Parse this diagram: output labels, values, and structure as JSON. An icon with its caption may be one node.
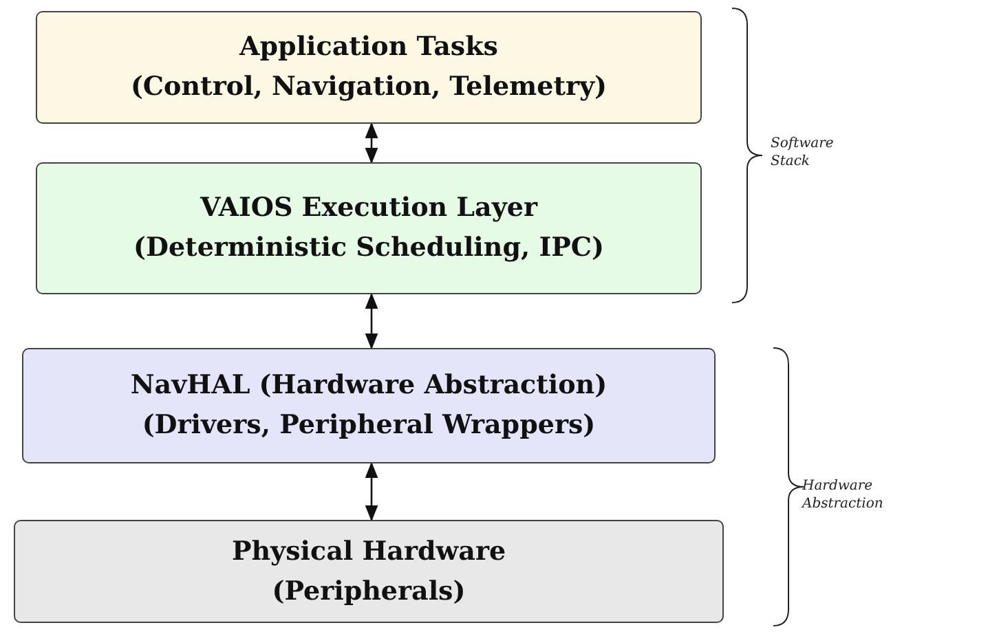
{
  "diagram": {
    "nodes": [
      {
        "text": [
          "Application Tasks",
          "(Control, Navigation, Telemetry)"
        ]
      },
      {
        "text": [
          "VAIOS Execution Layer",
          "(Deterministic Scheduling, IPC)"
        ]
      },
      {
        "text": [
          "NavHAL (Hardware Abstraction)",
          "(Drivers, Peripheral Wrappers)"
        ]
      },
      {
        "text": [
          "Physical Hardware",
          "(Peripherals)"
        ]
      }
    ],
    "edges": [
      {
        "from": 0,
        "to": 1,
        "arrow": "both"
      },
      {
        "from": 1,
        "to": 2,
        "arrow": "both"
      },
      {
        "from": 2,
        "to": 3,
        "arrow": "both"
      }
    ],
    "labels": [
      "Software Stack",
      "Hardware Abstraction"
    ]
  }
}
